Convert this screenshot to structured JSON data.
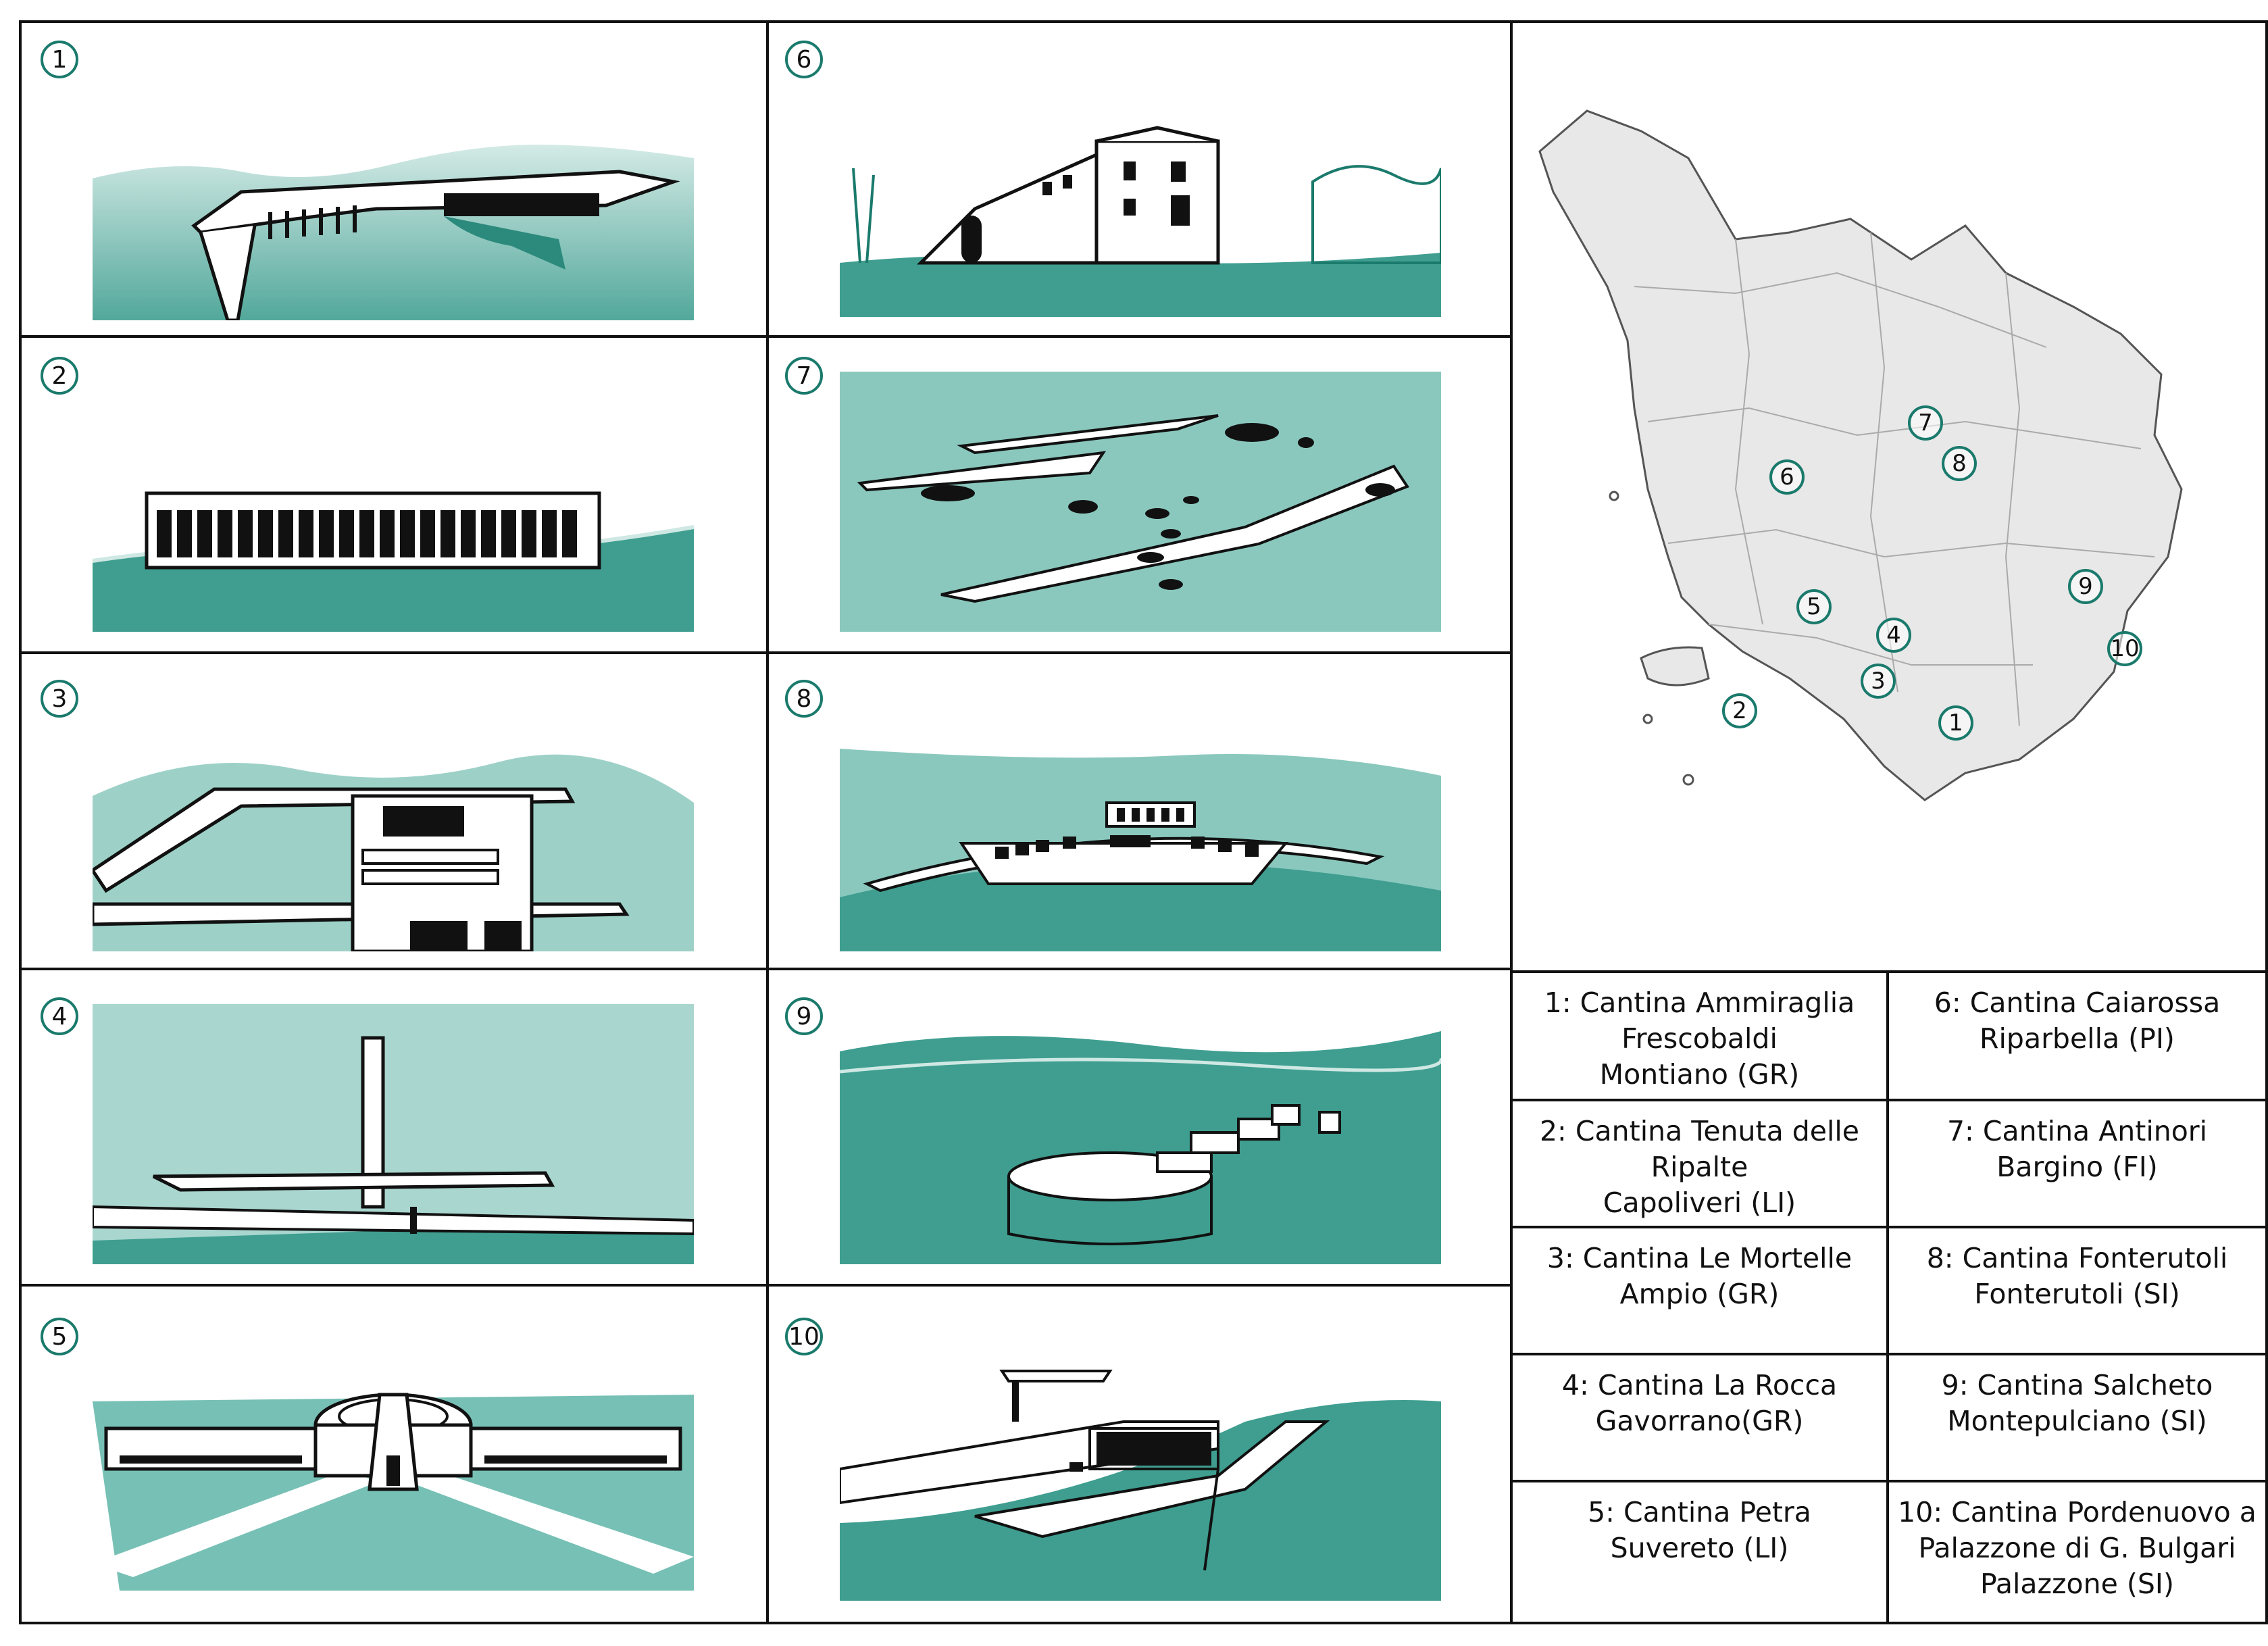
{
  "panels": [
    {
      "num": "1"
    },
    {
      "num": "2"
    },
    {
      "num": "3"
    },
    {
      "num": "4"
    },
    {
      "num": "5"
    },
    {
      "num": "6"
    },
    {
      "num": "7"
    },
    {
      "num": "8"
    },
    {
      "num": "9"
    },
    {
      "num": "10"
    }
  ],
  "map": {
    "region": "Tuscany",
    "markers": [
      "1",
      "2",
      "3",
      "4",
      "5",
      "6",
      "7",
      "8",
      "9",
      "10"
    ]
  },
  "legend": [
    {
      "text": "1: Cantina Ammiraglia\nFrescobaldi\nMontiano (GR)"
    },
    {
      "text": "6: Cantina Caiarossa\nRiparbella (PI)"
    },
    {
      "text": "2: Cantina Tenuta delle\nRipalte\nCapoliveri (LI)"
    },
    {
      "text": "7: Cantina Antinori\nBargino (FI)"
    },
    {
      "text": "3: Cantina Le Mortelle\nAmpio (GR)"
    },
    {
      "text": "8: Cantina Fonterutoli\nFonterutoli (SI)"
    },
    {
      "text": "4: Cantina La Rocca\nGavorrano(GR)"
    },
    {
      "text": "9: Cantina Salcheto\nMontepulciano (SI)"
    },
    {
      "text": "5: Cantina Petra\nSuvereto (LI)"
    },
    {
      "text": "10: Cantina Pordenuovo a\nPalazzone di G. Bulgari\nPalazzone (SI)"
    }
  ],
  "colors": {
    "accent": "#1a7a6c",
    "wash": "#5fb5a8",
    "wash_light": "#cfe8e3",
    "line": "#111111",
    "map_fill": "#e8e8e8"
  }
}
